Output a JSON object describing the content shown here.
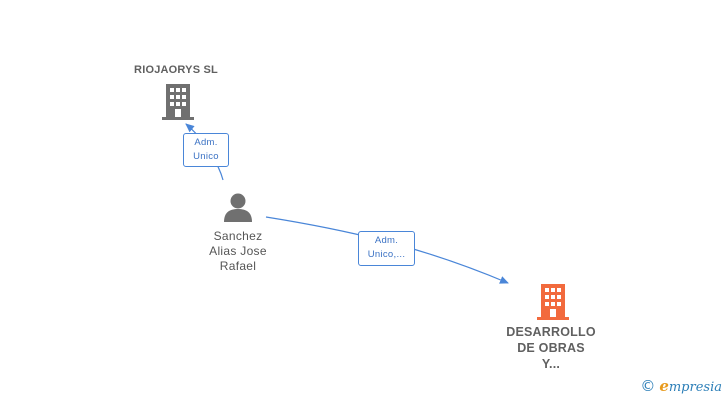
{
  "nodes": {
    "company_top": {
      "label": "RIOJAORYS SL",
      "icon": "building-icon",
      "color": "#707070"
    },
    "person": {
      "label": "Sanchez\nAlias Jose\nRafael",
      "icon": "person-icon",
      "color": "#707070"
    },
    "company_bottom": {
      "label": "DESARROLLO\nDE OBRAS\nY...",
      "icon": "building-icon",
      "color": "#f26a3d"
    }
  },
  "edges": [
    {
      "from": "person",
      "to": "company_top",
      "line1": "Adm.",
      "line2": "Unico"
    },
    {
      "from": "person",
      "to": "company_bottom",
      "line1": "Adm.",
      "line2": "Unico,..."
    }
  ],
  "colors": {
    "edge": "#4a86d8",
    "edge_text": "#3b72c4"
  },
  "brand": {
    "copyright_symbol": "©",
    "first_letter": "e",
    "rest": "mpresia"
  }
}
